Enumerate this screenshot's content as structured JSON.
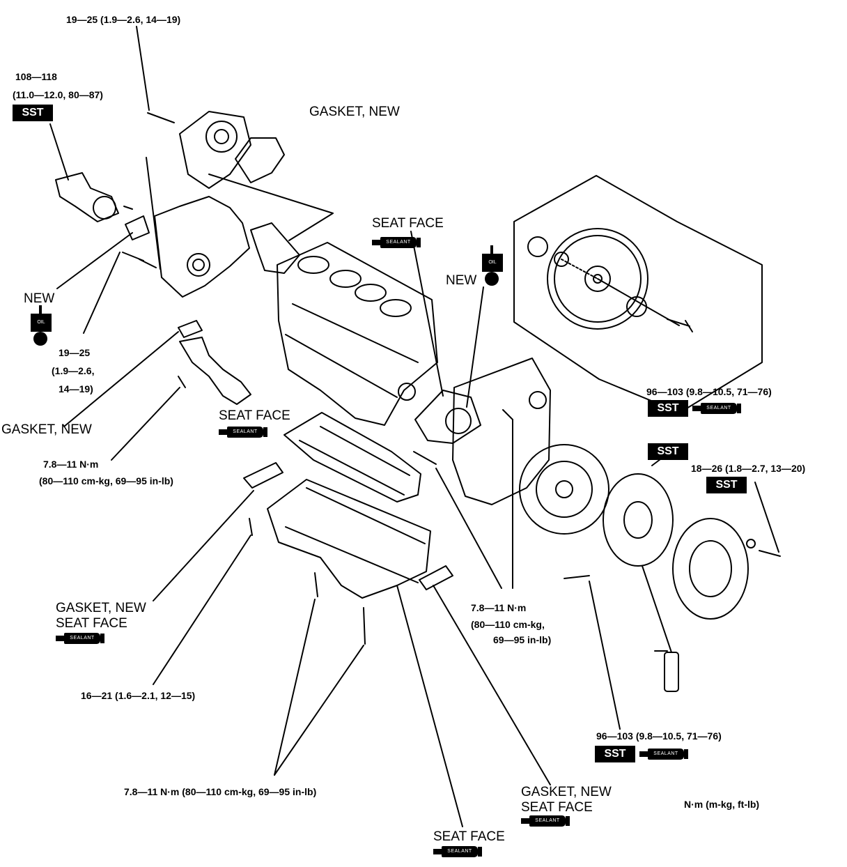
{
  "labels": {
    "oil_pump_bolt_torque": "19—25 (1.9—2.6, 14—19)",
    "crank_pulley_bolt_torque_a": "108—118",
    "crank_pulley_bolt_torque_b": "(11.0—12.0, 80—87)",
    "front_cover_bolt_torque_a": "19—25",
    "front_cover_bolt_torque_b": "(1.9—2.6,",
    "front_cover_bolt_torque_c": "14—19)",
    "oil_strainer_bolt_torque_a": "7.8—11 N·m",
    "oil_strainer_bolt_torque_b": "(80—110 cm-kg, 69—95 in-lb)",
    "flywheel_bolt_torque_top": "96—103 (9.8—10.5, 71—76)",
    "clutch_cover_bolt_torque": "18—26 (1.8—2.7, 13—20)",
    "rear_cover_bolt_torque_a": "7.8—11 N·m",
    "rear_cover_bolt_torque_b": "(80—110 cm-kg,",
    "rear_cover_bolt_torque_c": "69—95 in-lb)",
    "oil_pan_bolt_torque": "16—21 (1.6—2.1, 12—15)",
    "stiffener_bolt_torque": "7.8—11 N·m (80—110 cm-kg, 69—95 in-lb)",
    "flywheel_bolt_torque_bottom": "96—103 (9.8—10.5, 71—76)",
    "unit_legend": "N·m (m-kg, ft-lb)"
  },
  "captions": {
    "gasket_new_top": "GASKET, NEW",
    "seat_face_rear": "SEAT FACE",
    "new_rear_seal": "NEW",
    "new_front_seal": "NEW",
    "gasket_new_strainer": "GASKET, NEW",
    "seat_face_stiffener": "SEAT FACE",
    "gasket_new_left": "GASKET, NEW",
    "seat_face_left": "SEAT FACE",
    "gasket_new_right": "GASKET, NEW",
    "seat_face_right": "SEAT FACE",
    "seat_face_bottom": "SEAT FACE"
  },
  "badges": {
    "sst": "SST",
    "sealant": "SEALANT",
    "oil": "OIL"
  }
}
